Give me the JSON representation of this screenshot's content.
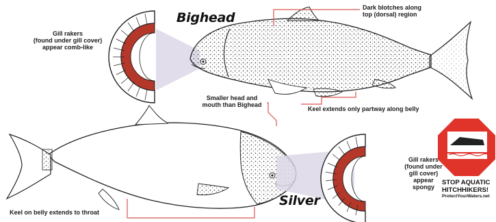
{
  "titles": {
    "bighead": "Bighead",
    "silver": "Silver"
  },
  "labels": {
    "bighead_gill": [
      "Gill rakers",
      "(found under gill cover)",
      "appear comb-like"
    ],
    "dark_blotches": [
      "Dark blotches along",
      "top (dorsal) region"
    ],
    "smaller_head": [
      "Smaller head and",
      "mouth than Bighead"
    ],
    "keel_partway": "Keel extends only partway along belly",
    "silver_gill": [
      "Gill rakers",
      "(found under",
      "gill cover)",
      "appear spongy"
    ],
    "keel_throat": "Keel on belly extends to throat"
  },
  "stop_sign": {
    "line1": "STOP AQUATIC",
    "line2": "HITCHHIKERS!",
    "line3": "ProtectYourWaters.net"
  },
  "colors": {
    "leader_line": "#d9534f",
    "gill_red": "#b5372a",
    "stop_red": "#e0342b"
  }
}
